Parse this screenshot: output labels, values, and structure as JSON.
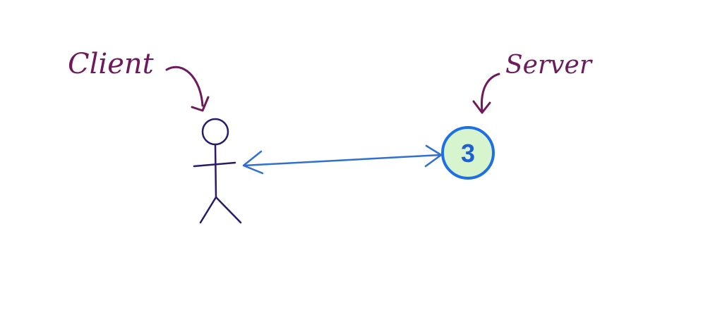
{
  "labels": {
    "client": "Client",
    "server": "Server",
    "server_node": "3"
  },
  "colors": {
    "label_ink": "#6f1a5a",
    "figure_ink": "#2a1a6e",
    "arrow_ink": "#2f6fd6",
    "server_fill": "#d6f5cf",
    "server_border": "#1f6fe5",
    "server_text": "#1f5fd0"
  }
}
